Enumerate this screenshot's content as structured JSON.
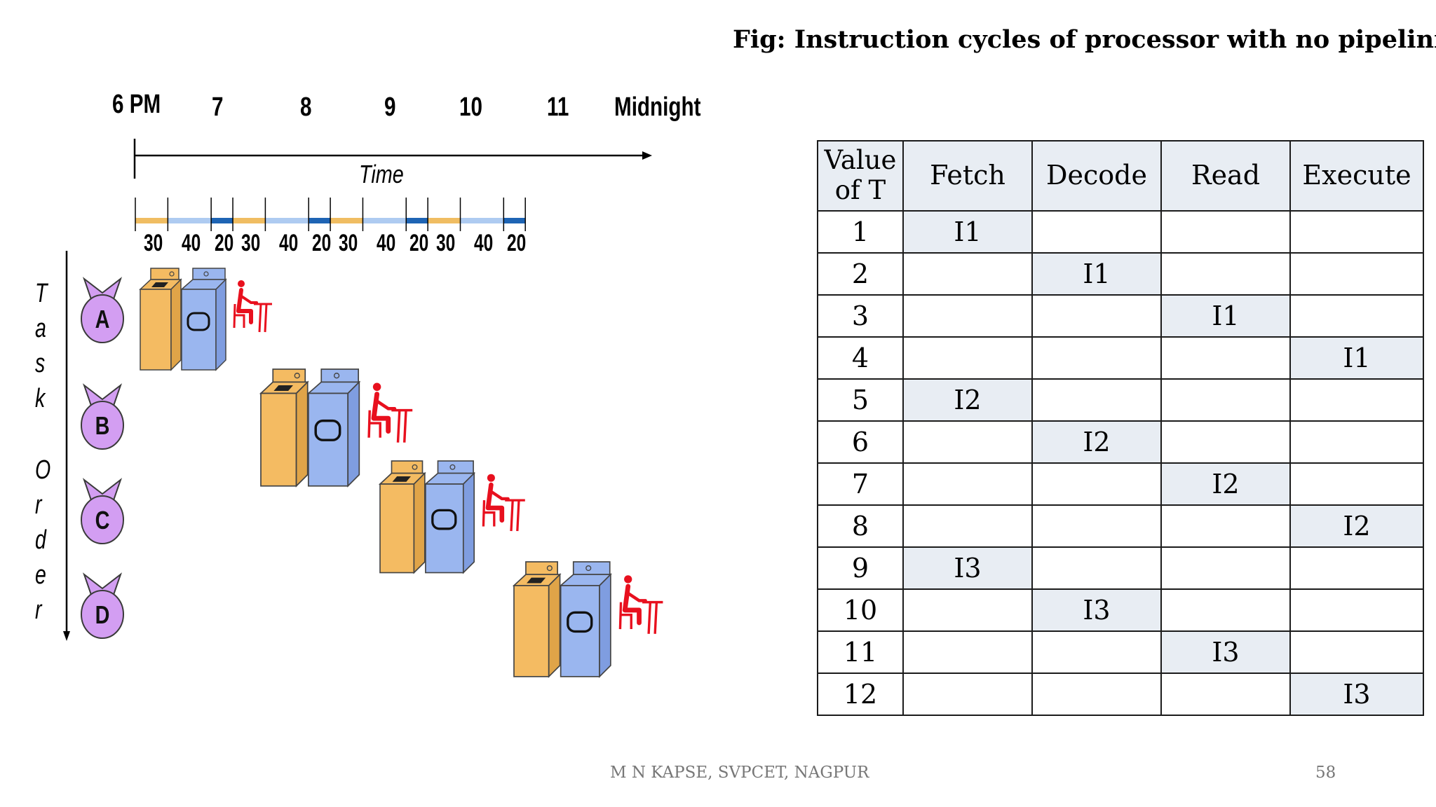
{
  "title": "Fig: Instruction cycles of processor with no pipelining",
  "time_labels": [
    "6 PM",
    "7",
    "8",
    "9",
    "10",
    "11",
    "Midnight"
  ],
  "axis_caption": "Time",
  "durations": [
    "30",
    "40",
    "20",
    "30",
    "40",
    "20",
    "30",
    "40",
    "20",
    "30",
    "40",
    "20"
  ],
  "stage_colors": [
    "#f0bd62",
    "#aecbf1",
    "#1e64b4"
  ],
  "order_letters": [
    "T",
    "a",
    "s",
    "k",
    "O",
    "r",
    "d",
    "e",
    "r"
  ],
  "tasks": [
    "A",
    "B",
    "C",
    "D"
  ],
  "bag_color": "#d39ef2",
  "washer_color": "#f4bb62",
  "dryer_color": "#9ab6ef",
  "folder_color": "#e8101e",
  "table": {
    "headers": [
      "Value of T",
      "Fetch",
      "Decode",
      "Read",
      "Execute"
    ],
    "rows": [
      [
        "1",
        "I1",
        "",
        "",
        ""
      ],
      [
        "2",
        "",
        "I1",
        "",
        ""
      ],
      [
        "3",
        "",
        "",
        "I1",
        ""
      ],
      [
        "4",
        "",
        "",
        "",
        "I1"
      ],
      [
        "5",
        "I2",
        "",
        "",
        ""
      ],
      [
        "6",
        "",
        "I2",
        "",
        ""
      ],
      [
        "7",
        "",
        "",
        "I2",
        ""
      ],
      [
        "8",
        "",
        "",
        "",
        "I2"
      ],
      [
        "9",
        "I3",
        "",
        "",
        ""
      ],
      [
        "10",
        "",
        "I3",
        "",
        ""
      ],
      [
        "11",
        "",
        "",
        "I3",
        ""
      ],
      [
        "12",
        "",
        "",
        "",
        "I3"
      ]
    ]
  },
  "footer": {
    "author": "M N KAPSE, SVPCET, NAGPUR",
    "page": "58"
  }
}
